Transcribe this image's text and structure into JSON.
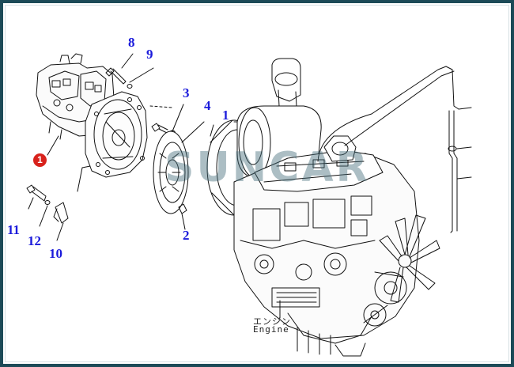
{
  "diagram": {
    "callouts": [
      "8",
      "9",
      "3",
      "4",
      "1",
      "2",
      "11",
      "12",
      "10"
    ],
    "highlight_callout": "1",
    "engine_label_jp": "エンジン",
    "engine_label_en": "Engine",
    "watermark": "SUNCAR",
    "colors": {
      "callout": "#1b1bdb",
      "highlight": "#d8221c",
      "border": "#1c4a57",
      "line": "#111111"
    }
  }
}
